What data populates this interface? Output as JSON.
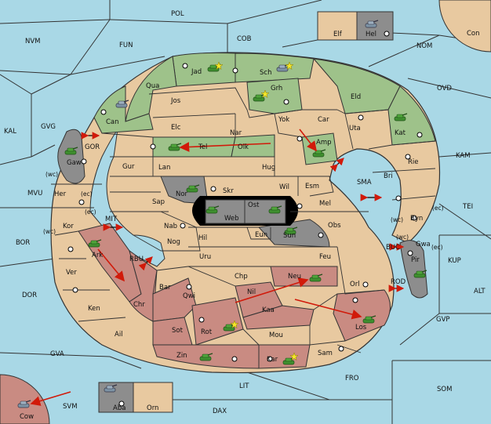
{
  "colors": {
    "sea": "#a9d8e6",
    "land": "#e8c9a0",
    "green": "#9ec28a",
    "red": "#c98b82",
    "gray": "#8d8d8d",
    "border": "#333333",
    "arrow": "#d11a0a",
    "unit": "#3f8f2f",
    "unit_gray": "#6b7f8f"
  },
  "sea_labels": {
    "pol": "POL",
    "nvm": "NVM",
    "fun": "FUN",
    "cob": "COB",
    "nom": "NOM",
    "con": "Con",
    "ovd": "OVD",
    "kal": "KAL",
    "gvg": "GVG",
    "kam": "KAM",
    "mvu": "MVU",
    "tei": "TEI",
    "bor": "BOR",
    "kup": "KUP",
    "dor": "DOR",
    "alt": "ALT",
    "gvp": "GVP",
    "gva": "GVA",
    "fro": "FRO",
    "som": "SOM",
    "svm": "SVM",
    "lit": "LIT",
    "dax": "DAX",
    "cow": "Cow",
    "mit": "MIT",
    "rbu": "RBU",
    "sma": "SMA",
    "buc": "BUC",
    "rod": "ROD",
    "gor": "GOR",
    "elf": "Elf",
    "hel": "Hel",
    "aba": "Aba",
    "orn": "Orn"
  },
  "provinces": {
    "jad": "Jad",
    "sch": "Sch",
    "qua": "Qua",
    "jos": "Jos",
    "grh": "Grh",
    "can": "Can",
    "eld": "Eld",
    "yok": "Yok",
    "car": "Car",
    "elc": "Elc",
    "nar": "Nar",
    "uta": "Uta",
    "kat": "Kat",
    "tel": "Tel",
    "olk": "Olk",
    "amp": "Amp",
    "gaw": "Gaw",
    "gur": "Gur",
    "lan": "Lan",
    "hug": "Hug",
    "rie": "Rie",
    "bri": "Bri",
    "her": "Her",
    "nor": "Nor",
    "skr": "Skr",
    "wil": "Wil",
    "esm": "Esm",
    "sap": "Sap",
    "web": "Web",
    "ost": "Ost",
    "mel": "Mel",
    "byn": "Byn",
    "kor": "Kor",
    "nab": "Nab",
    "eun": "Eun",
    "obs": "Obs",
    "hil": "Hil",
    "sun": "Sun",
    "gwa": "Gwa",
    "nog": "Nog",
    "ark": "Ark",
    "uru": "Uru",
    "feu": "Feu",
    "pir": "Pir",
    "ver": "Ver",
    "chp": "Chp",
    "neu": "Neu",
    "bar": "Bar",
    "qwi": "Qwi",
    "nil": "Nil",
    "orl": "Orl",
    "ken": "Ken",
    "chr": "Chr",
    "kaa": "Kaa",
    "los": "Los",
    "sot": "Sot",
    "rot": "Rot",
    "ail": "Ail",
    "mou": "Mou",
    "zin": "Zin",
    "kar": "Kar",
    "sam": "Sam"
  },
  "coast_tags": {
    "wc1": "(wc)",
    "ec1": "(ec)",
    "ec2": "(ec)",
    "wc2": "(wc)",
    "ec3": "(ec)",
    "wc3": "(wc)",
    "wc4": "(wc)",
    "ec4": "(ec)"
  }
}
